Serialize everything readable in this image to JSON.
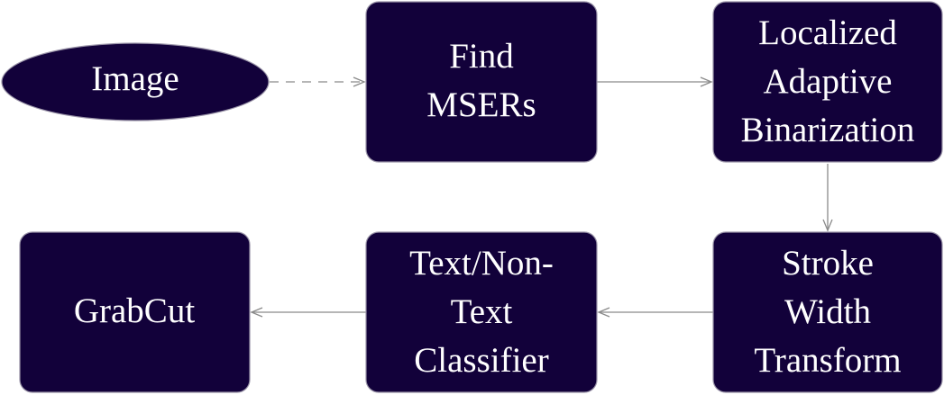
{
  "nodes": {
    "image": {
      "label": "Image",
      "shape": "ellipse"
    },
    "find_msers": {
      "lines": [
        "Find",
        "MSERs"
      ],
      "shape": "rounded-rect"
    },
    "binarization": {
      "lines": [
        "Localized",
        "Adaptive",
        "Binarization"
      ],
      "shape": "rounded-rect"
    },
    "stroke_width": {
      "lines": [
        "Stroke",
        "Width",
        "Transform"
      ],
      "shape": "rounded-rect"
    },
    "classifier": {
      "lines": [
        "Text/Non-",
        "Text",
        "Classifier"
      ],
      "shape": "rounded-rect"
    },
    "grabcut": {
      "label": "GrabCut",
      "shape": "rounded-rect"
    }
  },
  "edges": [
    {
      "from": "image",
      "to": "find_msers",
      "style": "dashed"
    },
    {
      "from": "find_msers",
      "to": "binarization",
      "style": "solid"
    },
    {
      "from": "binarization",
      "to": "stroke_width",
      "style": "solid"
    },
    {
      "from": "stroke_width",
      "to": "classifier",
      "style": "solid"
    },
    {
      "from": "classifier",
      "to": "grabcut",
      "style": "solid"
    }
  ],
  "colors": {
    "node_fill": "#12013a",
    "node_text": "#ffffff",
    "edge": "#8a8a8a"
  }
}
